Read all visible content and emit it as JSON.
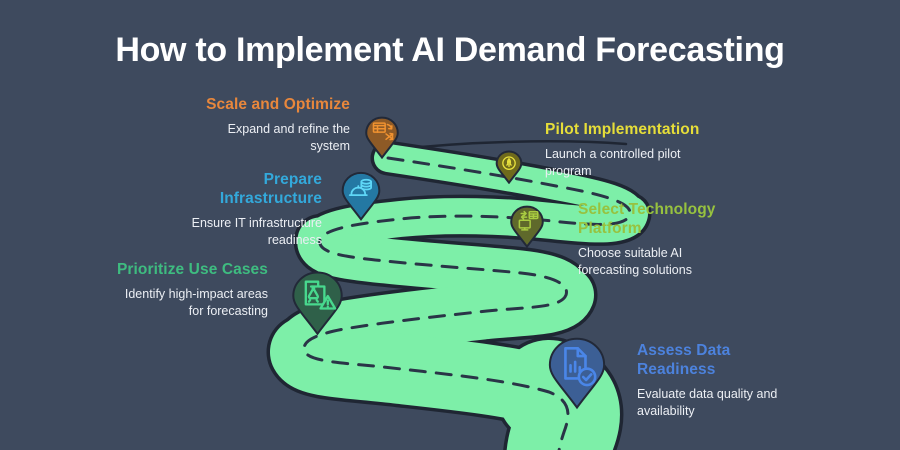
{
  "title": "How to Implement AI Demand Forecasting",
  "background_color": "#3E4A5E",
  "road": {
    "fill": "#7DEFA8",
    "outline": "#1F2633",
    "centerline": "#2A3447"
  },
  "steps": [
    {
      "label": "Assess Data Readiness",
      "label_lines": [
        "Assess Data",
        "Readiness"
      ],
      "description": "Evaluate data quality and availability",
      "description_lines": [
        "Evaluate data quality and",
        "availability"
      ],
      "color": "#4C82DD",
      "pin_fill": "#3C5F95",
      "icon_color": "#4A86E8",
      "icon": "document-bar-chart-check-icon"
    },
    {
      "label": "Prioritize Use Cases",
      "label_lines": [
        "Prioritize Use Cases"
      ],
      "description": "Identify high-impact areas for forecasting",
      "description_lines": [
        "Identify high-impact areas",
        "for forecasting"
      ],
      "color": "#3EBC80",
      "pin_fill": "#2F6049",
      "icon_color": "#48D98E",
      "icon": "document-flask-warning-icon"
    },
    {
      "label": "Select Technology Platform",
      "label_lines": [
        "Select Technology",
        "Platform"
      ],
      "description": "Choose suitable AI forecasting solutions",
      "description_lines": [
        "Choose suitable AI",
        "forecasting solutions"
      ],
      "color": "#97C23F",
      "pin_fill": "#5F692B",
      "icon_color": "#A9CB41",
      "icon": "monitor-data-grid-transfer-icon"
    },
    {
      "label": "Prepare Infrastructure",
      "label_lines": [
        "Prepare",
        "Infrastructure"
      ],
      "description": "Ensure IT infrastructure readiness",
      "description_lines": [
        "Ensure IT infrastructure",
        "readiness"
      ],
      "color": "#33A9DB",
      "pin_fill": "#2478A3",
      "icon_color": "#5FD7F7",
      "icon": "hard-hat-database-icon"
    },
    {
      "label": "Pilot Implementation",
      "label_lines": [
        "Pilot Implementation"
      ],
      "description": "Launch a controlled pilot program",
      "description_lines": [
        "Launch a controlled pilot",
        "program"
      ],
      "color": "#E6DE39",
      "pin_fill": "#6F6A1C",
      "icon_color": "#E9E23E",
      "icon": "rocket-badge-icon"
    },
    {
      "label": "Scale and Optimize",
      "label_lines": [
        "Scale and Optimize"
      ],
      "description": "Expand and refine the system",
      "description_lines": [
        "Expand and refine the",
        "system"
      ],
      "color": "#E8873C",
      "pin_fill": "#8E5A26",
      "icon_color": "#F09230",
      "icon": "spreadsheet-scale-arrows-icon"
    }
  ]
}
